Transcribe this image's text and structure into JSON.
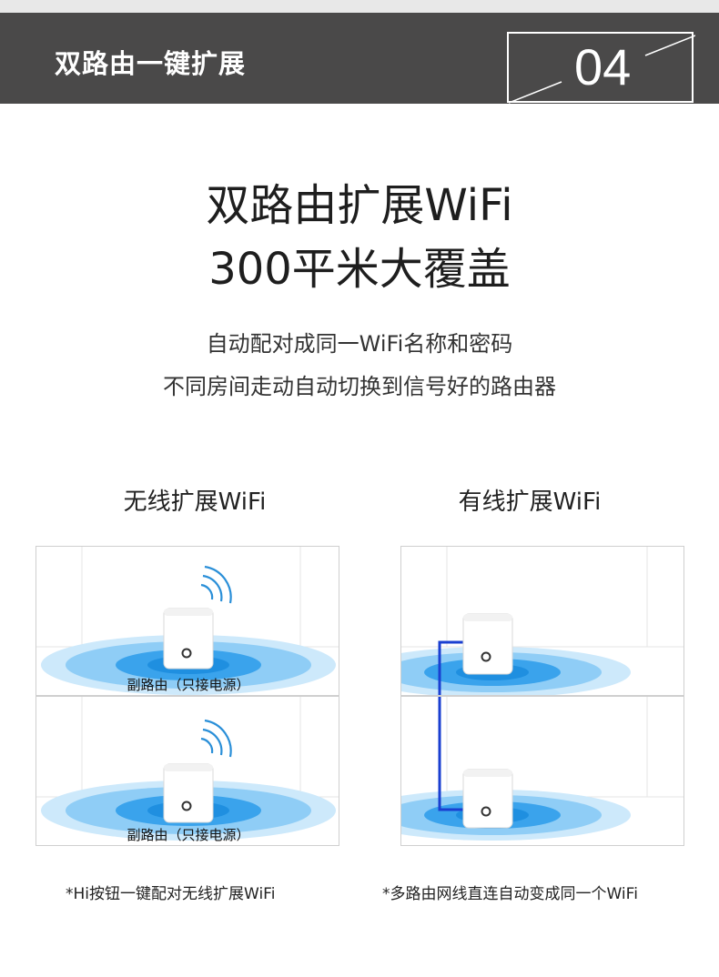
{
  "header": {
    "title": "双路由一键扩展",
    "number": "04"
  },
  "headline": {
    "line1": "双路由扩展WiFi",
    "line2": "300平米大覆盖"
  },
  "subtitle": {
    "line1": "自动配对成同一WiFi名称和密码",
    "line2": "不同房间走动自动切换到信号好的路由器"
  },
  "wireless": {
    "title": "无线扩展WiFi",
    "label_top": "副路由（只接电源）",
    "label_bottom": "副路由（只接电源）",
    "footnote": "*Hi按钮一键配对无线扩展WiFi"
  },
  "wired": {
    "title": "有线扩展WiFi",
    "footnote": "*多路由网线直连自动变成同一个WiFi"
  },
  "colors": {
    "header_bg": "#4a4949",
    "signal_blue": "#1f8fe0",
    "cable_blue": "#1a3fd1"
  }
}
